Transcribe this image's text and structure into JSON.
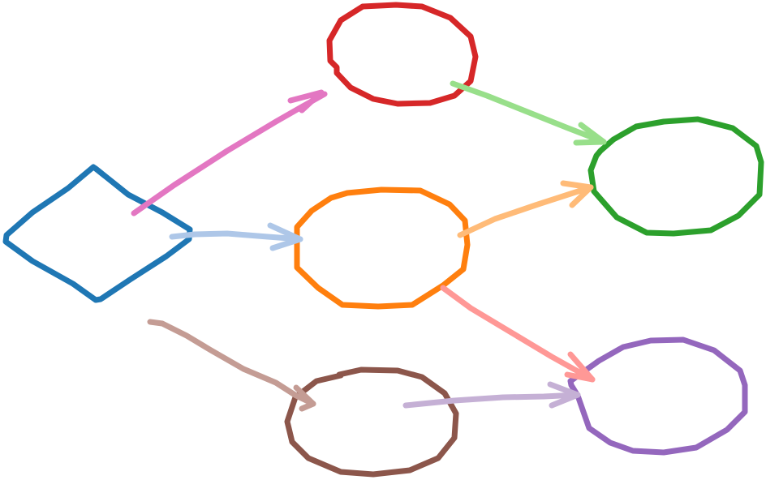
{
  "diagram": {
    "nodes": [
      {
        "id": "diamond",
        "shape": "diamond",
        "color": "#1f77b4"
      },
      {
        "id": "red-ellipse",
        "shape": "ellipse",
        "color": "#d62728"
      },
      {
        "id": "green-ellipse",
        "shape": "ellipse",
        "color": "#2ca02c"
      },
      {
        "id": "orange-ellipse",
        "shape": "ellipse",
        "color": "#ff7f0e"
      },
      {
        "id": "purple-ellipse",
        "shape": "ellipse",
        "color": "#9467bd"
      },
      {
        "id": "brown-ellipse",
        "shape": "ellipse",
        "color": "#8c564b"
      }
    ],
    "edges": [
      {
        "id": "diamond-to-red",
        "from": "diamond",
        "to": "red-ellipse",
        "color": "#e377c2"
      },
      {
        "id": "diamond-to-orange",
        "from": "diamond",
        "to": "orange-ellipse",
        "color": "#aec7e8"
      },
      {
        "id": "red-to-green",
        "from": "red-ellipse",
        "to": "green-ellipse",
        "color": "#98df8a"
      },
      {
        "id": "orange-to-green",
        "from": "orange-ellipse",
        "to": "green-ellipse",
        "color": "#ffbb78"
      },
      {
        "id": "orange-to-purple",
        "from": "orange-ellipse",
        "to": "purple-ellipse",
        "color": "#ff9896"
      },
      {
        "id": "brown-to-purple",
        "from": "brown-ellipse",
        "to": "purple-ellipse",
        "color": "#c5b0d5"
      },
      {
        "id": "free-to-brown",
        "from": "",
        "to": "brown-ellipse",
        "color": "#c49c94"
      }
    ]
  }
}
